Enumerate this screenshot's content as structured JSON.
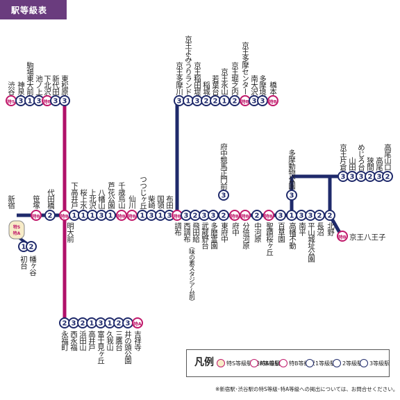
{
  "title": "駅等級表",
  "colors": {
    "line_main": "#1f2a6b",
    "line_branch": "#b0106a",
    "grade1": "#1f2a6b",
    "grade2": "#1f2a6b",
    "grade3": "#1f2a6b",
    "tokkyu": "#c0186a",
    "tokubetsu": "#f7ecc8",
    "title_bg": "#6a3c7e"
  },
  "stations": {
    "shinjuku": {
      "name": "新宿",
      "grade": "特S/特A"
    },
    "hatsudai": {
      "name": "初台",
      "grade": "1"
    },
    "hatagaya": {
      "name": "幡ヶ谷",
      "grade": "2"
    },
    "sasazuka": {
      "name": "笹塚",
      "grade": "特B"
    },
    "daitabashi": {
      "name": "代田橋",
      "grade": "2"
    },
    "meidaimae": {
      "name": "明大前",
      "grade": "特B"
    },
    "shimotakaido": {
      "name": "下高井戸",
      "grade": "1"
    },
    "sakurajosui": {
      "name": "桜上水",
      "grade": "1"
    },
    "kamikitazawa": {
      "name": "上北沢",
      "grade": "1"
    },
    "hachimanyama": {
      "name": "八幡山",
      "grade": "3"
    },
    "rokakoen": {
      "name": "芦花公園",
      "grade": "1"
    },
    "chitosekarasuyama": {
      "name": "千歳烏山",
      "grade": "特B"
    },
    "sengawa": {
      "name": "仙川",
      "grade": "特B"
    },
    "tsutsujigaoka": {
      "name": "つつじヶ丘",
      "grade": "1"
    },
    "shibasaki": {
      "name": "柴崎",
      "grade": "3"
    },
    "kokuryo": {
      "name": "国領",
      "grade": "1"
    },
    "fuda": {
      "name": "布田",
      "grade": "3"
    },
    "chofu": {
      "name": "調布",
      "grade": "特B"
    },
    "nishichofu": {
      "name": "西調布",
      "grade": "3"
    },
    "tobitakyu": {
      "name": "飛田給",
      "grade": "2"
    },
    "tobitakyu_note": "（味の素スタジアム前）",
    "musashinodai": {
      "name": "武蔵野台",
      "grade": "3"
    },
    "tamareien": {
      "name": "多磨霊園",
      "grade": "3"
    },
    "higashifuchu": {
      "name": "東府中",
      "grade": "2"
    },
    "fuchukeibaseimonmae": {
      "name": "府中競馬正門前",
      "grade": "3"
    },
    "fuchu": {
      "name": "府中",
      "grade": "特B"
    },
    "bubaigawara": {
      "name": "分倍河原",
      "grade": "特B"
    },
    "nakagawara": {
      "name": "中河原",
      "grade": "2"
    },
    "seisekisakuragaoka": {
      "name": "聖蹟桜ヶ丘",
      "grade": "特B"
    },
    "mogusaen": {
      "name": "百草園",
      "grade": "3"
    },
    "takahatafudo": {
      "name": "高幡不動",
      "grade": "1"
    },
    "tamadobutsukoen": {
      "name": "多摩動物公園",
      "grade": "3"
    },
    "minamidaira": {
      "name": "南平",
      "grade": "3"
    },
    "hirayamajoshikoen": {
      "name": "平山城址公園",
      "grade": "3"
    },
    "naganuma": {
      "name": "長沼",
      "grade": "2"
    },
    "kitano": {
      "name": "北野",
      "grade": "2"
    },
    "keiohachioji": {
      "name": "京王八王子",
      "grade": "特B"
    },
    "keiokatakura": {
      "name": "京王片倉",
      "grade": "3"
    },
    "yamada": {
      "name": "山田",
      "grade": "3"
    },
    "mejirodai": {
      "name": "めじろ台",
      "grade": "3"
    },
    "hazama": {
      "name": "狭間",
      "grade": "2"
    },
    "takao": {
      "name": "高尾",
      "grade": "3"
    },
    "takaosanguchi": {
      "name": "高尾山口",
      "grade": "2"
    },
    "keiotamagawa": {
      "name": "京王多摩川",
      "grade": "3"
    },
    "keioyomiuriland": {
      "name": "京王よみうりランド",
      "grade": "1"
    },
    "keioinadazutsumi": {
      "name": "京王稲田堤",
      "grade": "3"
    },
    "inagi": {
      "name": "稲城",
      "grade": "2"
    },
    "wakabadai": {
      "name": "若葉台",
      "grade": "2"
    },
    "keionagayama": {
      "name": "京王永山",
      "grade": "1"
    },
    "keiohorinouchi": {
      "name": "京王堀之内",
      "grade": "2"
    },
    "keiotamacenter": {
      "name": "京王多摩センター",
      "grade": "特B"
    },
    "minamiosawa": {
      "name": "南大沢",
      "grade": "3"
    },
    "tamasakai": {
      "name": "多摩境",
      "grade": "3"
    },
    "hashimoto": {
      "name": "橋本",
      "grade": "特B"
    },
    "shibuya": {
      "name": "渋谷",
      "grade": "特S/特A"
    },
    "shinsen": {
      "name": "神泉",
      "grade": "3"
    },
    "komabatodaimae": {
      "name": "駒場東大前",
      "grade": "1"
    },
    "ikenoue": {
      "name": "池ノ上",
      "grade": "3"
    },
    "shimokitazawa": {
      "name": "下北沢",
      "grade": "特B"
    },
    "shindaita": {
      "name": "新代田",
      "grade": "3"
    },
    "higashimatsubara": {
      "name": "東松原",
      "grade": "3"
    },
    "eifukucho": {
      "name": "永福町",
      "grade": "2"
    },
    "nishieifuku": {
      "name": "西永福",
      "grade": "3"
    },
    "hamadayama": {
      "name": "浜田山",
      "grade": "2"
    },
    "takaidonishi": {
      "name": "高井戸",
      "grade": "1"
    },
    "fujimigaoka": {
      "name": "富士見ヶ丘",
      "grade": "3"
    },
    "kugayama": {
      "name": "久我山",
      "grade": "1"
    },
    "mitakadai": {
      "name": "三鷹台",
      "grade": "2"
    },
    "inokashirakoen": {
      "name": "井の頭公園",
      "grade": "3"
    },
    "kichijoji": {
      "name": "吉祥寺",
      "grade": "特A"
    }
  },
  "legend": {
    "title": "凡例",
    "items": [
      {
        "mark": "特S/特A",
        "label": "特S等級駅/特A等級駅"
      },
      {
        "mark": "特A",
        "label": "特A等級駅"
      },
      {
        "mark": "特B",
        "label": "特B等級駅"
      },
      {
        "mark": "1",
        "label": "1等級駅"
      },
      {
        "mark": "2",
        "label": "2等級駅"
      },
      {
        "mark": "3",
        "label": "3等級駅"
      }
    ]
  },
  "footnote": "※新宿駅･渋谷駅の特S等級･特A等級への掲出については、お問合せください。"
}
